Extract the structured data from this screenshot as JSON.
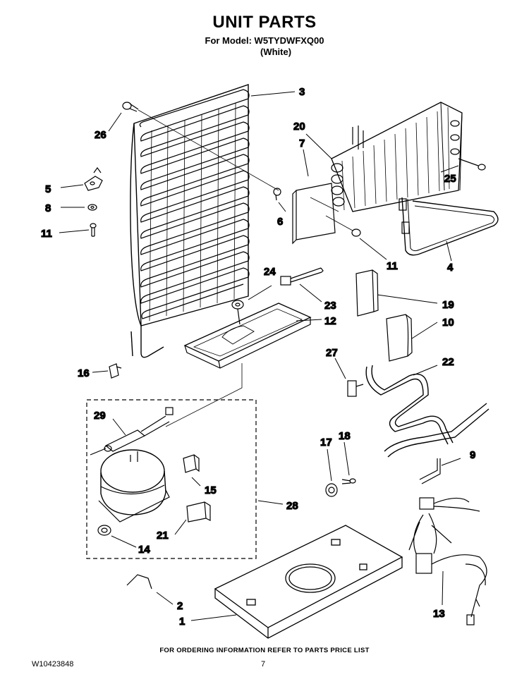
{
  "header": {
    "title": "UNIT PARTS",
    "model_line": "For Model: W5TYDWFXQ00",
    "color_line": "(White)"
  },
  "footer": {
    "ordering_note": "FOR ORDERING INFORMATION REFER TO PARTS PRICE LIST",
    "doc_number": "W10423848",
    "page_number": "7"
  },
  "callouts": {
    "c1": "1",
    "c2": "2",
    "c3": "3",
    "c4": "4",
    "c5": "5",
    "c6": "6",
    "c7": "7",
    "c8": "8",
    "c9": "9",
    "c10": "10",
    "c11a": "11",
    "c11b": "11",
    "c12": "12",
    "c13": "13",
    "c14": "14",
    "c15": "15",
    "c16": "16",
    "c17": "17",
    "c18": "18",
    "c19": "19",
    "c20": "20",
    "c21": "21",
    "c22": "22",
    "c23": "23",
    "c24": "24",
    "c25": "25",
    "c26": "26",
    "c27": "27",
    "c28": "28",
    "c29": "29"
  }
}
